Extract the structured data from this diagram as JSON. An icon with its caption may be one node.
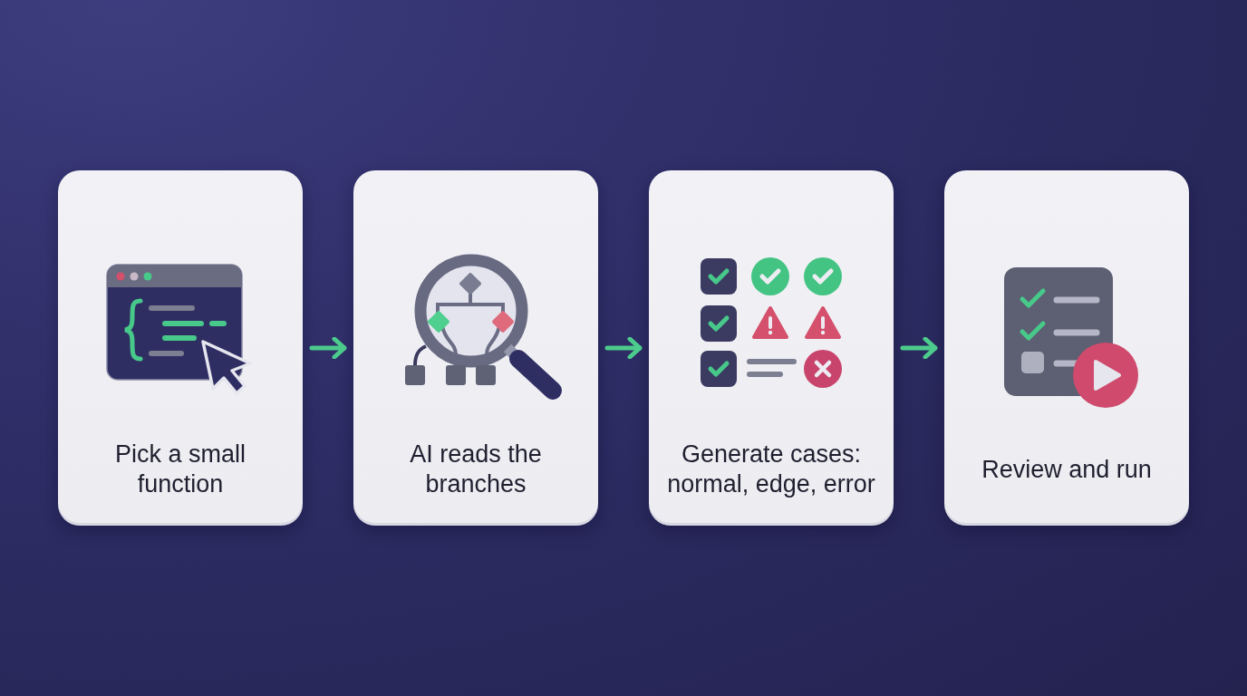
{
  "diagram": {
    "nodes": [
      {
        "text": [
          "Pick a small function"
        ]
      },
      {
        "text": [
          "AI reads the branches"
        ]
      },
      {
        "text": [
          "Generate cases: normal, edge, error"
        ]
      },
      {
        "text": [
          "Review and run"
        ]
      }
    ],
    "edges": [
      {
        "from": 0,
        "to": 1,
        "arrow": "to"
      },
      {
        "from": 1,
        "to": 2,
        "arrow": "to"
      },
      {
        "from": 2,
        "to": 3,
        "arrow": "to"
      }
    ]
  }
}
